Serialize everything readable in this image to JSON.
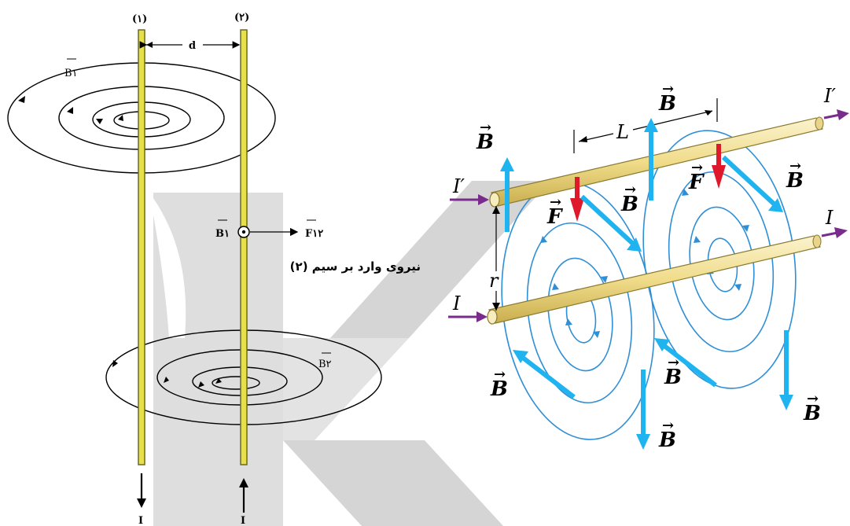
{
  "left_figure": {
    "wire1_label": "(۱)",
    "wire2_label": "(۲)",
    "distance_label": "d",
    "b1_label": "B۱",
    "b2_label": "B۲",
    "b1_at_wire2_label": "B۱",
    "force_label": "F۱۲",
    "force_caption": "نیروی وارد بر سیم (۲)",
    "current1_label": "I",
    "current2_label": "I"
  },
  "right_figure": {
    "length_label": "L",
    "separation_label": "r",
    "current_top_in": "I′",
    "current_top_out": "I′",
    "current_bottom_in": "I",
    "current_bottom_out": "I",
    "force_label": "F",
    "field_label": "B"
  },
  "colors": {
    "wire": "#e8e04a",
    "wire_edge": "#6b6a20",
    "field_line": "#2f8fd6",
    "field_arrow": "#1fb3f0",
    "force_arrow": "#e0182b",
    "current_arrow": "#7a2c8c",
    "rod_fill": "#f3e3a3",
    "watermark": "#d9d9d9"
  }
}
